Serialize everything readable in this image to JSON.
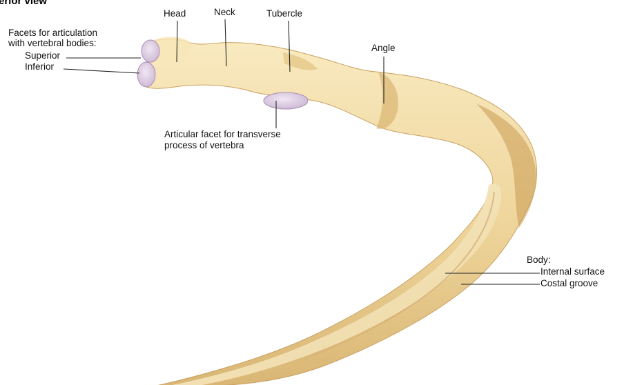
{
  "figure": {
    "title": "erior view",
    "labels": {
      "facets_line1": "Facets for articulation",
      "facets_line2": "with vertebral bodies:",
      "superior": "Superior",
      "inferior": "Inferior",
      "head": "Head",
      "neck": "Neck",
      "tubercle": "Tubercle",
      "angle": "Angle",
      "articular_line1": "Articular facet for transverse",
      "articular_line2": "process of vertebra",
      "body": "Body:",
      "internal_surface": "Internal surface",
      "costal_groove": "Costal groove"
    },
    "colors": {
      "bone_base": "#f0dba6",
      "bone_shadow": "#cfa862",
      "bone_light": "#fbefc9",
      "facet": "#dccbe2"
    }
  }
}
